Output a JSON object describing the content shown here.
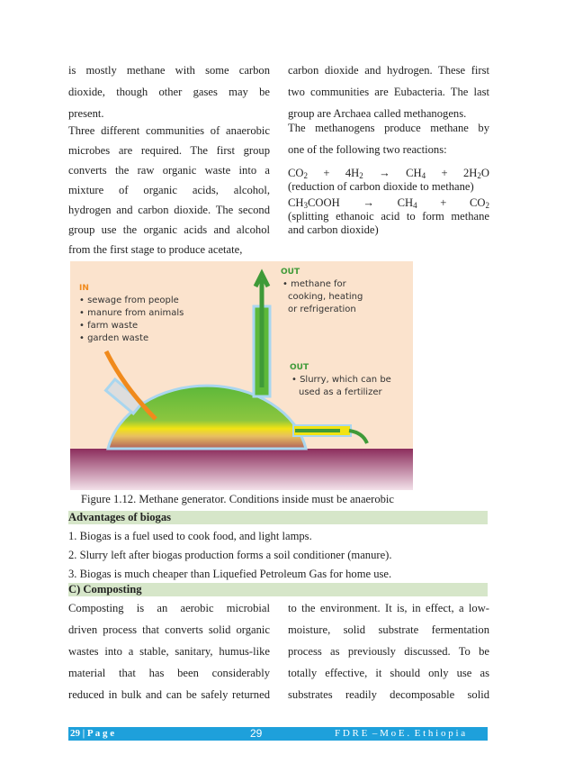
{
  "left_column": {
    "para1": [
      "is mostly methane with some carbon",
      "dioxide, though other gases may be",
      "present."
    ],
    "para2": [
      "Three different communities of anaerobic",
      "microbes are required. The first group",
      "converts the raw organic waste into a",
      "mixture of organic acids, alcohol,",
      "hydrogen and carbon dioxide. The second",
      "group use the organic acids and alcohol",
      "from the first stage to produce acetate,"
    ]
  },
  "right_column": {
    "para1": [
      "carbon dioxide and hydrogen. These first",
      "two communities are Eubacteria. The last",
      "group are Archaea called methanogens."
    ],
    "para2": [
      "The methanogens produce methane by",
      "one of the following two reactions:"
    ],
    "reaction1": {
      "lhs1": "CO",
      "lhs1_sub": "2",
      "plus": "+",
      "lhs2": "4H",
      "lhs2_sub": "2",
      "arrow": "→",
      "rhs1": "CH",
      "rhs1_sub": "4",
      "plus2": "+",
      "rhs2": "2H",
      "rhs2_sub": "2",
      "rhs2_end": "O",
      "note": "(reduction of carbon dioxide to methane)"
    },
    "reaction2": {
      "lhs": "CH",
      "lhs_sub": "3",
      "lhs_end": "COOH",
      "arrow": "→",
      "rhs1": "CH",
      "rhs1_sub": "4",
      "plus": "+",
      "rhs2": "CO",
      "rhs2_sub": "2",
      "note1": "(splitting ethanoic acid to form methane",
      "note2": "and carbon dioxide)"
    }
  },
  "figure": {
    "in_title": "IN",
    "in_items": [
      "sewage from people",
      "manure from animals",
      "farm waste",
      "garden waste"
    ],
    "out1_title": "OUT",
    "out1_lines": [
      "methane for",
      "cooking, heating",
      "or refrigeration"
    ],
    "out2_title": "OUT",
    "out2_lines": [
      "Slurry, which can be",
      "used as a fertilizer"
    ],
    "caption": "Figure 1.12. Methane generator. Conditions inside must be anaerobic"
  },
  "advantages": {
    "heading": "Advantages of biogas",
    "items": [
      "1.   Biogas is a fuel used to cook food, and light lamps.",
      "2.   Slurry left after biogas production forms a soil conditioner (manure).",
      "3.  Biogas is much cheaper than Liquefied Petroleum Gas for home use."
    ]
  },
  "composting": {
    "heading": "C) Composting",
    "left": [
      "Composting is an aerobic microbial",
      "driven process that converts solid organic",
      "wastes into a stable, sanitary, humus-like",
      "material that has been considerably",
      "reduced in bulk and can be safely returned"
    ],
    "right": [
      "to the environment. It is, in effect, a low-",
      "moisture, solid substrate fermentation",
      "process as previously discussed. To be",
      "totally effective, it should only use as",
      "substrates readily decomposable solid"
    ]
  },
  "footer": {
    "left": "29 | P a g e",
    "center": "29",
    "right": "F D R E  – M o E .  E t h i o p i a"
  },
  "colors": {
    "bar": "#d6e6c9",
    "footer": "#1ea0db",
    "figure_bg": "#fbe3cd",
    "in_label": "#f08a1c",
    "out_label": "#3f9a38"
  }
}
